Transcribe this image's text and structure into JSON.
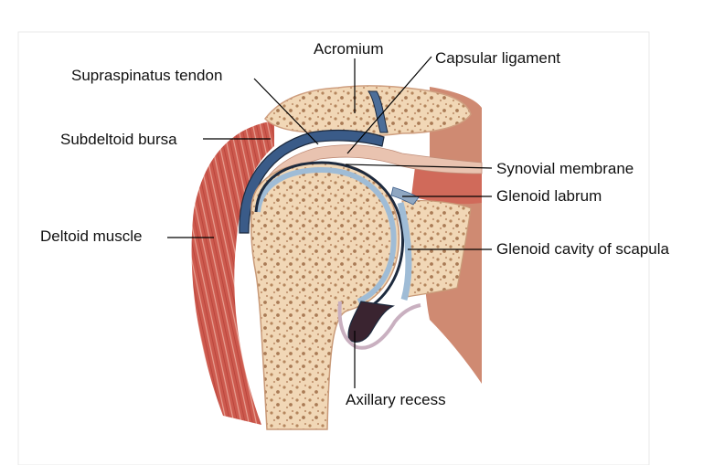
{
  "labels": {
    "acromium": "Acromium",
    "supraspinatus_tendon": "Supraspinatus tendon",
    "capsular_ligament": "Capsular ligament",
    "subdeltoid_bursa": "Subdeltoid bursa",
    "synovial_membrane": "Synovial membrane",
    "glenoid_labrum": "Glenoid labrum",
    "deltoid_muscle": "Deltoid muscle",
    "glenoid_cavity": "Glenoid cavity of scapula",
    "axillary_recess": "Axillary recess"
  },
  "colors": {
    "muscle": "#c9534a",
    "muscle_light": "#e39a8d",
    "bone": "#f1d7b6",
    "bone_pore": "#b5865e",
    "marrow": "#7a4a2c",
    "cartilage": "#9fbcd6",
    "synovial_dark": "#1d2a3e",
    "bursa_blue": "#3a5b88",
    "leader": "#000000"
  }
}
